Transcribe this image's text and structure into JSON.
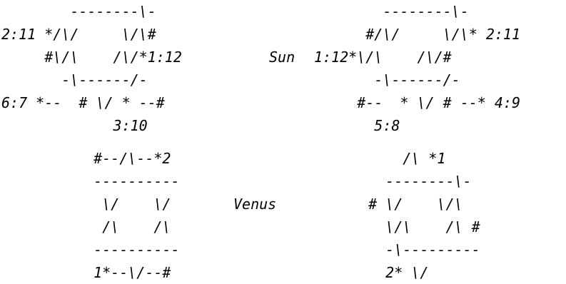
{
  "top_left": [
    "        --------\\-",
    "2:11 */\\/     \\/\\#",
    "     #\\/\\    /\\/*1:12",
    "       -\\------/-",
    "6:7 *--  # \\/ * --#",
    "             3:10"
  ],
  "top_right": [
    "        --------\\-",
    "      #/\\/     \\/\\* 2:11",
    "1:12*\\/\\    /\\/#",
    "       -\\------/-",
    "     #--  * \\/ # --* 4:9",
    "       5:8"
  ],
  "bottom_left": [
    "  #--/\\--*2",
    "  ----------",
    "   \\/    \\/",
    "   /\\    /\\",
    "  ----------",
    "  1*--\\/--#"
  ],
  "bottom_right": [
    "      /\\ *1",
    "    --------\\-",
    "  # \\/    \\/\\",
    "    \\/\\    /\\ #",
    "    -\\---------",
    "    2* \\/"
  ],
  "sun_label": "Sun",
  "venus_label": "Venus"
}
